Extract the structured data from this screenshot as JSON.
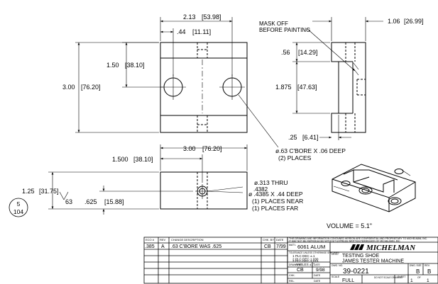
{
  "front_view": {
    "dim_width": "2.13",
    "dim_width_mm": "[53.98]",
    "dim_offset": ".44",
    "dim_offset_mm": "[11.11]",
    "dim_hole_y": "1.50",
    "dim_hole_y_mm": "[38.10]",
    "dim_height": "3.00",
    "dim_height_mm": "[76.20]"
  },
  "side_view": {
    "note_line1": "MASK OFF",
    "note_line2": "BEFORE PAINTING",
    "dim_depth": "1.06",
    "dim_depth_mm": "[26.99]",
    "dim_top": ".56",
    "dim_top_mm": "[14.29]",
    "dim_mid": "1.875",
    "dim_mid_mm": "[47.63]",
    "dim_bottom": ".25",
    "dim_bottom_mm": "[6.41]"
  },
  "bottom_view": {
    "dim_width": "3.00",
    "dim_width_mm": "[76.20]",
    "dim_hole_x": "1.500",
    "dim_hole_x_mm": "[38.10]",
    "dim_height": "1.25",
    "dim_height_mm": "[31.75]",
    "dim_angle": "63",
    "dim_hole_y": ".625",
    "dim_hole_y_mm": "[15.88]"
  },
  "callout_cbore": {
    "line1": "ø.63 C'BORE X .06 DEEP",
    "line2": "(2) PLACES"
  },
  "callout_thru": {
    "line1": "ø.313 THRU",
    "line2": ".4382",
    "line3": "ø .4385 X .44 DEEP",
    "line4": "(1) PLACES NEAR",
    "line5": "(1) PLACES FAR"
  },
  "sheet_ref": {
    "top": "5",
    "bottom": "104"
  },
  "volume": "VOLUME = 5.1\"",
  "revision_table": {
    "headers": [
      "ECO #",
      "REV",
      "CHANGE DESCRIPTION",
      "CHK. BY",
      "DATE"
    ],
    "rows": [
      [
        ".385",
        "A",
        ".63 C'BORE WAS .625",
        "CB",
        "7/99"
      ]
    ]
  },
  "title_block": {
    "disclaimer_line1": "THIS DRAWING AND INFORMATION CONTAINED HEREON ARE CONFIDENTIAL AND PROPRIETARY TO MICHELMAN, INC.",
    "disclaimer_line2": "IT MAY NOT BE REPRODUCED WITHOUT EXPRESS WRITTEN PERMISSION OF MICHELMAN, INC.",
    "material_label": "MAT'L",
    "material": "6061 ALUM",
    "tolerance_header": "TOLERANCE UNLESS OTHERWISE SPECIFIED",
    "tol_1": "1 PLC DEC ±.1",
    "tol_2": "2 PLC DEC ±.030",
    "tol_3": "3 PLC DEC ±.015",
    "tol_4": "ANGLES ±1°",
    "company": "MICHELMAN",
    "desc_label": "DESC.",
    "desc_line1": "TESTING SHOE",
    "desc_line2": "JAMES TESTER MACHINE",
    "drawn_label": "DRAWN BY",
    "drawn_by": "CB",
    "date_label": "DATE",
    "date": "9/98",
    "chk_label": "CHK.",
    "rel_label": "REL.",
    "dwg_label": "DWG. NO.",
    "dwg_no": "39-0221",
    "size_label": "DWG. SIZE",
    "size": "B",
    "rev_label": "REV.",
    "rev": "B",
    "scale_label": "SCALE",
    "scale": "FULL",
    "noscale": "DO NOT SCALE DRAWING",
    "sheet_label": "SHEET",
    "sheet_num": "1",
    "sheet_of": "OF",
    "sheet_total": "1"
  }
}
